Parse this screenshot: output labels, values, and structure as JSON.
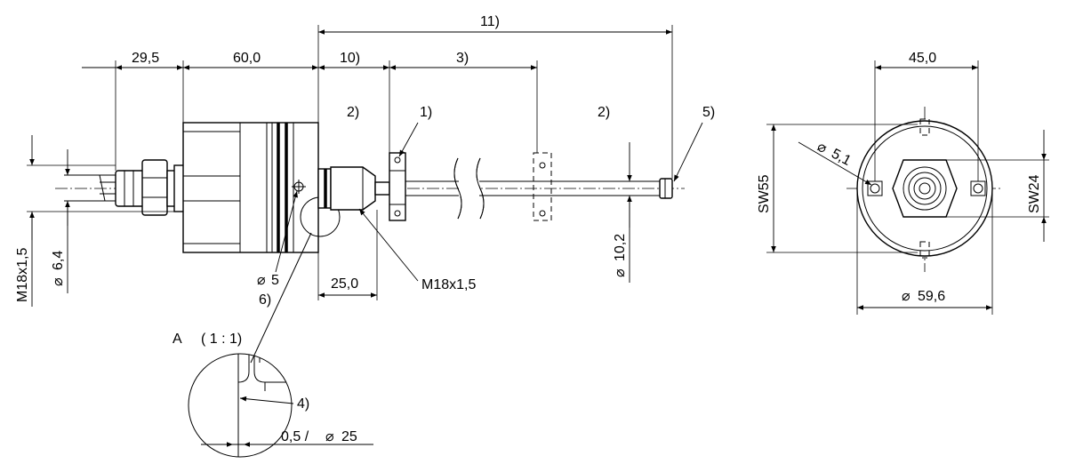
{
  "side_view": {
    "dims": {
      "d_29_5": "29,5",
      "d_60_0": "60,0",
      "d_10": "10)",
      "d_3": "3)",
      "d_11": "11)",
      "d_25_0": "25,0",
      "d_10_2": "10,2",
      "d_6_4": "6,4",
      "d_m18_left": "M18x1,5",
      "d_m18_right": "M18x1,5",
      "d_5": "5"
    },
    "callouts": {
      "c1": "1)",
      "c2a": "2)",
      "c2b": "2)",
      "c5": "5)",
      "c6": "6)"
    },
    "diameter_symbol": "⌀"
  },
  "detail_view": {
    "title_letter": "A",
    "scale": "( 1 : 1)",
    "callout_4": "4)",
    "dim_label": "0,5 /",
    "dim_value": "25"
  },
  "front_view": {
    "d_45_0": "45,0",
    "d_5_1": "5,1",
    "d_sw55": "SW55",
    "d_sw24": "SW24",
    "d_59_6": "59,6"
  }
}
